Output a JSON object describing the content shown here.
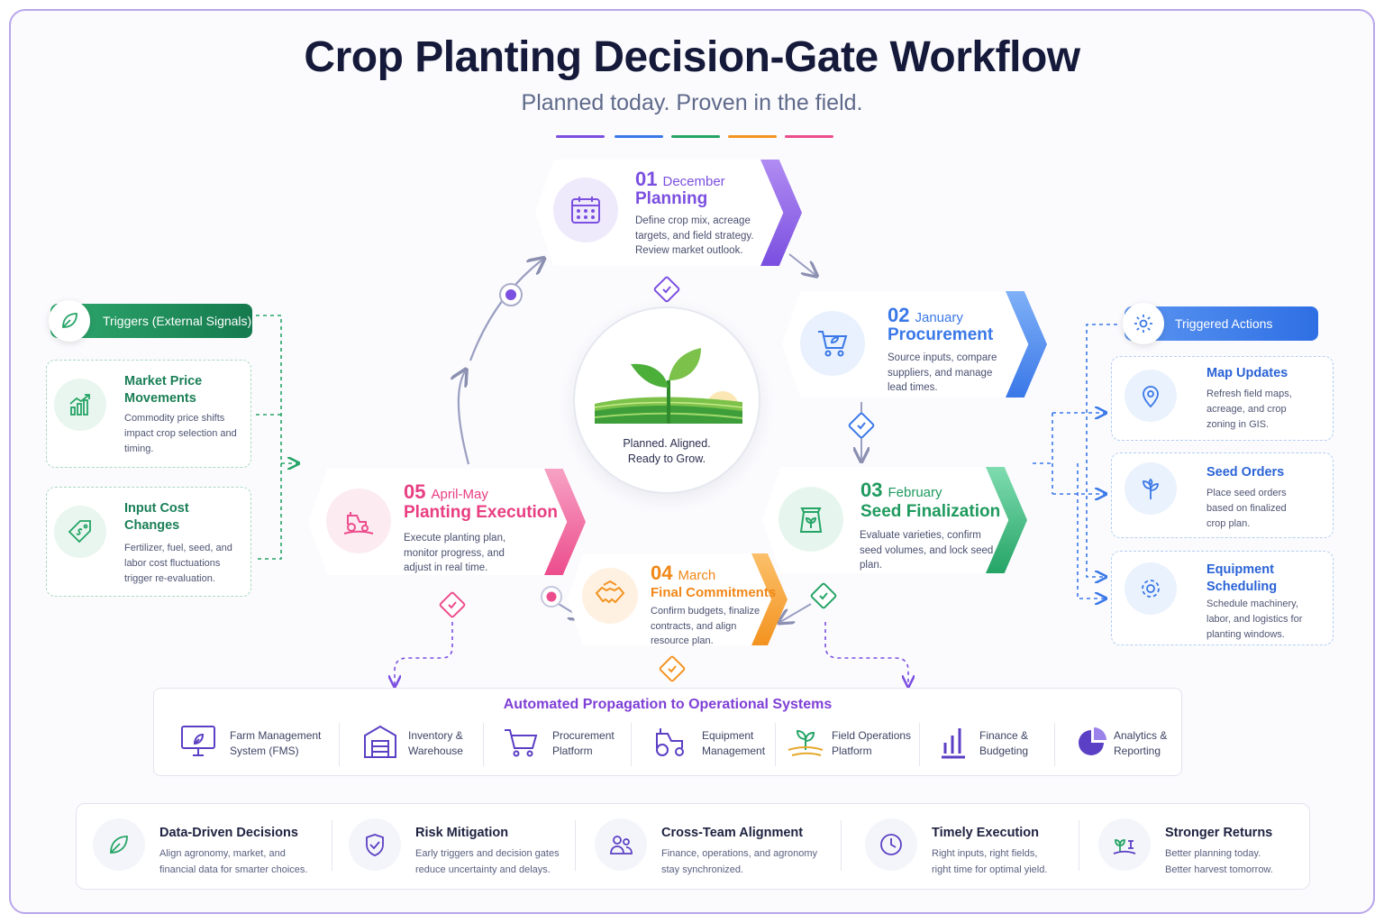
{
  "header": {
    "title": "Crop Planting Decision-Gate Workflow",
    "subtitle": "Planned today. Proven in the field."
  },
  "colors": {
    "purple": "#7b4fe0",
    "blue": "#3a78e8",
    "green": "#25a466",
    "orange": "#f39320",
    "pink": "#ec4d8c",
    "dark_green": "#1a7f56"
  },
  "stages": [
    {
      "num": "01",
      "month": "December",
      "name": "Planning",
      "desc": "Define crop mix, acreage targets, and field strategy. Review market outlook.",
      "icon": "calendar-icon"
    },
    {
      "num": "02",
      "month": "January",
      "name": "Procurement",
      "desc": "Source inputs, compare suppliers, and manage lead times.",
      "icon": "cart-icon"
    },
    {
      "num": "03",
      "month": "February",
      "name": "Seed Finalization",
      "desc": "Evaluate varieties, confirm seed volumes, and lock seed plan.",
      "icon": "seed-bag-icon"
    },
    {
      "num": "04",
      "month": "March",
      "name": "Final Commitments",
      "desc": "Confirm budgets, finalize contracts, and align resource plan.",
      "icon": "handshake-icon"
    },
    {
      "num": "05",
      "month": "April-May",
      "name": "Planting Execution",
      "desc": "Execute planting plan, monitor progress, and adjust in real time.",
      "icon": "tractor-icon"
    }
  ],
  "hub": {
    "caption_line1": "Planned. Aligned.",
    "caption_line2": "Ready to Grow."
  },
  "triggers": {
    "label": "Triggers (External Signals)",
    "items": [
      {
        "title": "Market Price Movements",
        "desc": "Commodity price shifts impact crop selection and timing."
      },
      {
        "title": "Input Cost Changes",
        "desc": "Fertilizer, fuel, seed, and labor cost fluctuations trigger re-evaluation."
      }
    ]
  },
  "actions": {
    "label": "Triggered Actions",
    "items": [
      {
        "title": "Map Updates",
        "desc": "Refresh field maps, acreage, and crop zoning in GIS."
      },
      {
        "title": "Seed Orders",
        "desc": "Place seed orders based on finalized crop plan."
      },
      {
        "title": "Equipment Scheduling",
        "desc": "Schedule machinery, labor, and logistics for planting windows."
      }
    ]
  },
  "propagation": {
    "title": "Automated Propagation to Operational Systems",
    "systems": [
      {
        "line1": "Farm Management",
        "line2": "System (FMS)"
      },
      {
        "line1": "Inventory &",
        "line2": "Warehouse"
      },
      {
        "line1": "Procurement",
        "line2": "Platform"
      },
      {
        "line1": "Equipment",
        "line2": "Management"
      },
      {
        "line1": "Field Operations",
        "line2": "Platform"
      },
      {
        "line1": "Finance &",
        "line2": "Budgeting"
      },
      {
        "line1": "Analytics &",
        "line2": "Reporting"
      }
    ]
  },
  "benefits": [
    {
      "title": "Data-Driven Decisions",
      "line1": "Align agronomy, market, and",
      "line2": "financial data for smarter choices."
    },
    {
      "title": "Risk Mitigation",
      "line1": "Early triggers and decision gates",
      "line2": "reduce uncertainty and delays."
    },
    {
      "title": "Cross-Team Alignment",
      "line1": "Finance, operations, and agronomy",
      "line2": "stay synchronized."
    },
    {
      "title": "Timely Execution",
      "line1": "Right inputs, right fields,",
      "line2": "right time for optimal yield."
    },
    {
      "title": "Stronger Returns",
      "line1": "Better planning today.",
      "line2": "Better harvest tomorrow."
    }
  ]
}
